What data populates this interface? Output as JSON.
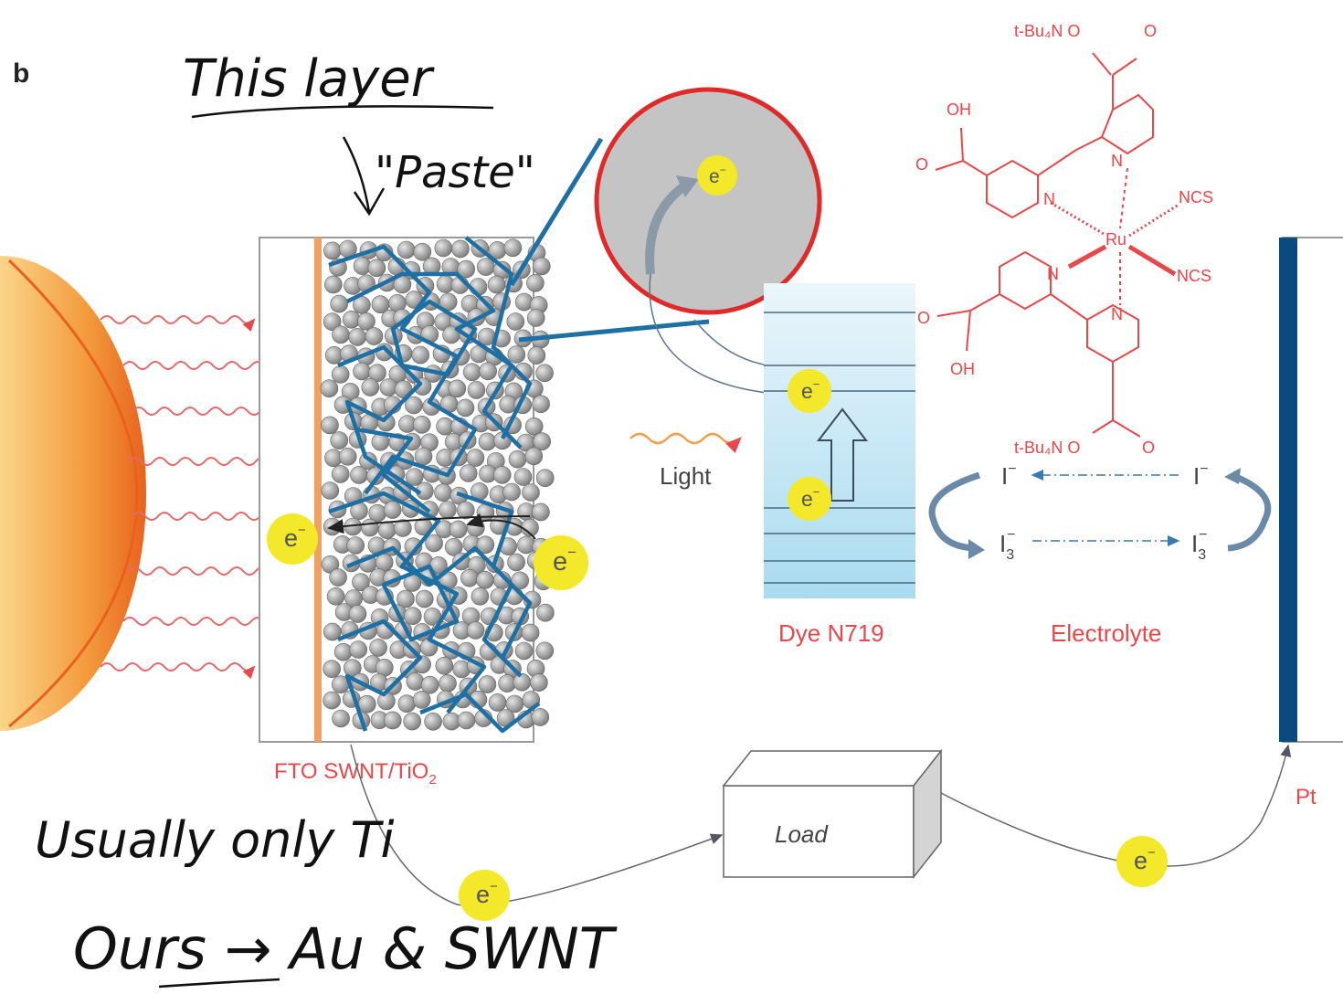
{
  "panel_label": "b",
  "labels": {
    "fto_swnt_tio2": "FTO SWNT/TiO",
    "fto_sub": "2",
    "light": "Light",
    "dye": "Dye N719",
    "electrolyte": "Electrolyte",
    "pt": "Pt",
    "load": "Load"
  },
  "electron": "e",
  "electron_sup": "−",
  "iodide": "I",
  "iodide_sup": "−",
  "triiodide": "I",
  "triiodide_sub": "3",
  "triiodide_sup": "−",
  "molecule": {
    "tbu_top": "t-Bu₄N O",
    "tbu_bottom": "t-Bu₄N O",
    "oh_top": "OH",
    "oh_bottom": "OH",
    "o": "O",
    "ru": "Ru",
    "ncs": "NCS",
    "n": "N"
  },
  "handwriting": {
    "line1": "This layer",
    "line2": "\"Paste\"",
    "line3": "Usually only Ti",
    "line4": "Ours → Au & SWNT"
  },
  "colors": {
    "red_label": "#e8484b",
    "blue_swnt": "#1e6fa3",
    "dye_blue": "#bfe3f2",
    "electron_yellow": "#f3e92a",
    "pt_blue": "#0b4a7e",
    "fto_orange": "#f0a060"
  }
}
